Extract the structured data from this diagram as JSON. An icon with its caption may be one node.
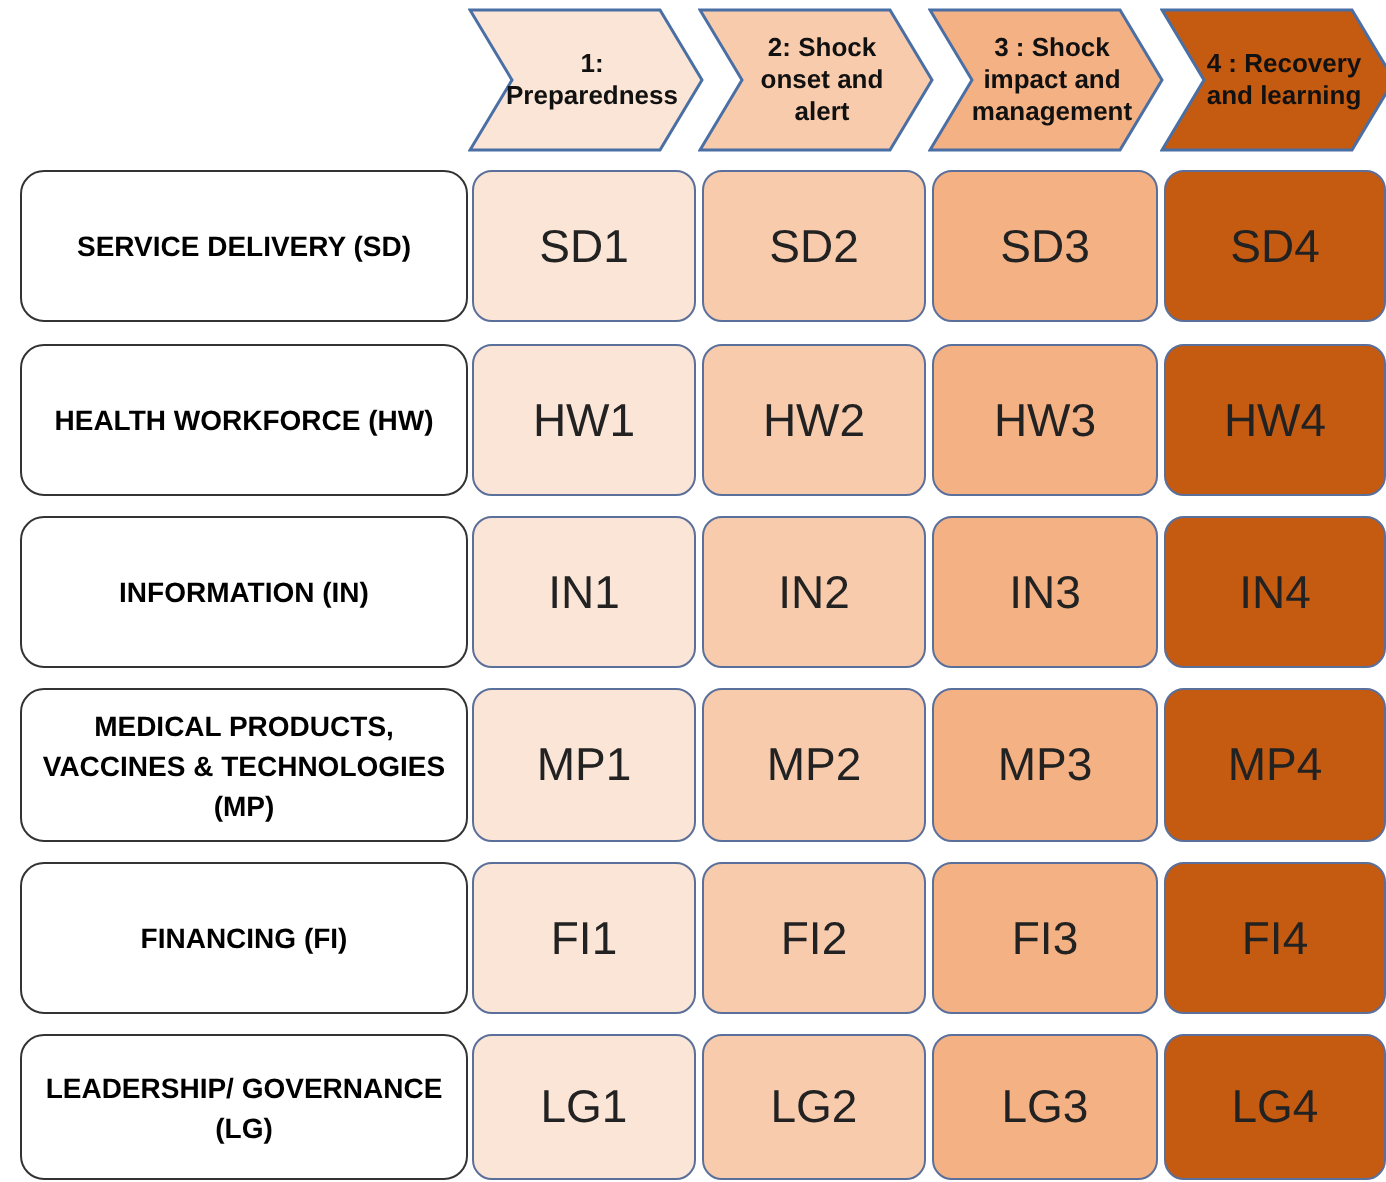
{
  "diagram": {
    "nodes": [
      {
        "text": [
          "1: Preparedness"
        ]
      },
      {
        "text": [
          "2: Shock onset and alert"
        ]
      },
      {
        "text": [
          "3 : Shock impact and management"
        ]
      },
      {
        "text": [
          "4 : Recovery and learning"
        ]
      },
      {
        "text": [
          "SERVICE DELIVERY (SD)"
        ]
      },
      {
        "text": [
          "SD1"
        ]
      },
      {
        "text": [
          "SD2"
        ]
      },
      {
        "text": [
          "SD3"
        ]
      },
      {
        "text": [
          "SD4"
        ]
      },
      {
        "text": [
          "HEALTH WORKFORCE (HW)"
        ]
      },
      {
        "text": [
          "HW1"
        ]
      },
      {
        "text": [
          "HW2"
        ]
      },
      {
        "text": [
          "HW3"
        ]
      },
      {
        "text": [
          "HW4"
        ]
      },
      {
        "text": [
          "INFORMATION (IN)"
        ]
      },
      {
        "text": [
          "IN1"
        ]
      },
      {
        "text": [
          "IN2"
        ]
      },
      {
        "text": [
          "IN3"
        ]
      },
      {
        "text": [
          "IN4"
        ]
      },
      {
        "text": [
          "MEDICAL PRODUCTS, VACCINES & TECHNOLOGIES (MP)"
        ]
      },
      {
        "text": [
          "MP1"
        ]
      },
      {
        "text": [
          "MP2"
        ]
      },
      {
        "text": [
          "MP3"
        ]
      },
      {
        "text": [
          "MP4"
        ]
      },
      {
        "text": [
          "FINANCING (FI)"
        ]
      },
      {
        "text": [
          "FI1"
        ]
      },
      {
        "text": [
          "FI2"
        ]
      },
      {
        "text": [
          "FI3"
        ]
      },
      {
        "text": [
          "FI4"
        ]
      },
      {
        "text": [
          "LEADERSHIP/ GOVERNANCE (LG)"
        ]
      },
      {
        "text": [
          "LG1"
        ]
      },
      {
        "text": [
          "LG2"
        ]
      },
      {
        "text": [
          "LG3"
        ]
      },
      {
        "text": [
          "LG4"
        ]
      }
    ]
  }
}
